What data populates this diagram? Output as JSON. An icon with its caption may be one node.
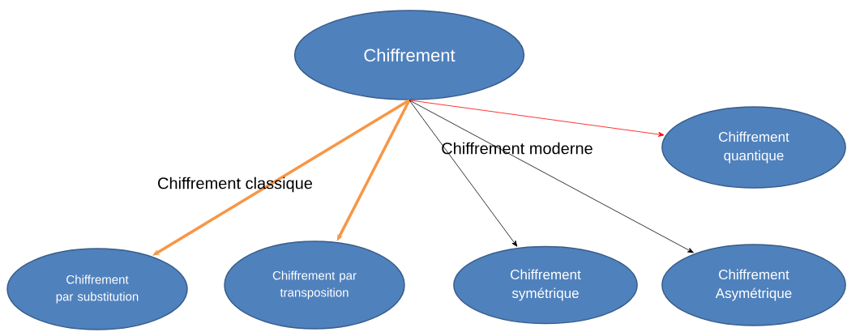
{
  "diagram": {
    "nodes": [
      {
        "text": [
          "Chiffrement"
        ]
      },
      {
        "text": [
          "Chiffrement quantique"
        ]
      },
      {
        "text": [
          "Chiffrement par substitution"
        ]
      },
      {
        "text": [
          "Chiffrement par transposition"
        ]
      },
      {
        "text": [
          "Chiffrement symétrique"
        ]
      },
      {
        "text": [
          "Chiffrement Asymétrique"
        ]
      }
    ],
    "edges": [
      {
        "from": 0,
        "to": 2,
        "arrow": "to",
        "style": "thick",
        "color": "#f79646"
      },
      {
        "from": 0,
        "to": 3,
        "arrow": "to",
        "style": "thick",
        "color": "#f79646"
      },
      {
        "from": 0,
        "to": 4,
        "arrow": "to",
        "color": "#000000"
      },
      {
        "from": 0,
        "to": 5,
        "arrow": "to",
        "color": "#000000"
      },
      {
        "from": 0,
        "to": 1,
        "arrow": "to",
        "color": "#ff0000"
      }
    ],
    "labels": [
      "Chiffrement classique",
      "Chiffrement moderne"
    ]
  }
}
